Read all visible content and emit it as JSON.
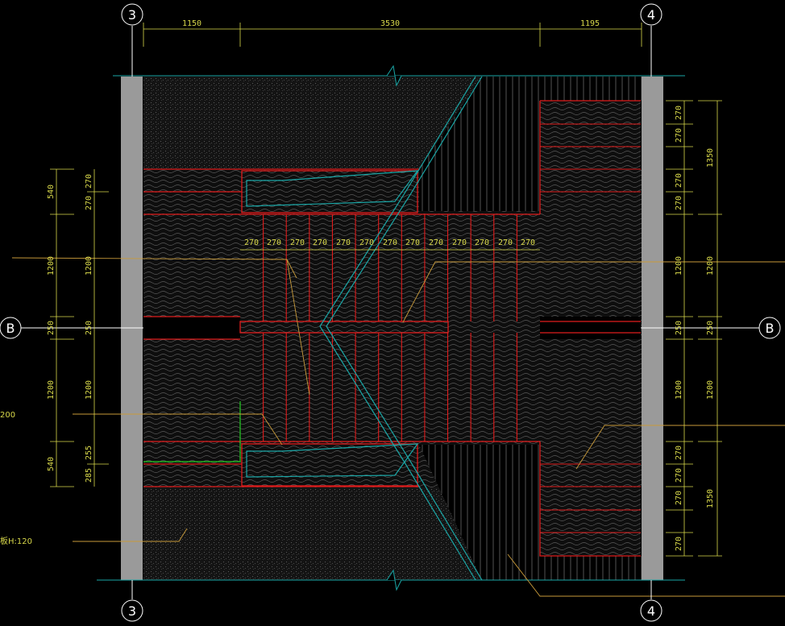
{
  "grid": {
    "left_axis": "3",
    "right_axis": "4",
    "row_axis": "B"
  },
  "top_dims": [
    "1150",
    "3530",
    "1195"
  ],
  "tread_dims": [
    "270",
    "270",
    "270",
    "270",
    "270",
    "270",
    "270",
    "270",
    "270",
    "270",
    "270",
    "270",
    "270"
  ],
  "left_outer_dims": [
    "540",
    "1200",
    "250",
    "1200",
    "540"
  ],
  "left_inner_dims": [
    "270",
    "270",
    "1200",
    "250",
    "1200",
    "255",
    "285"
  ],
  "right_inner_dims": [
    "270",
    "270",
    "270",
    "270",
    "1200",
    "250",
    "1200",
    "270",
    "270",
    "270",
    "270"
  ],
  "right_outer_dims": [
    "1350",
    "1200",
    "250",
    "1200",
    "1350"
  ],
  "notes": {
    "left_partial": "200",
    "bottom_left": "板H:120"
  },
  "colors": {
    "background": "#000000",
    "wall": "#9a9a9a",
    "stair_edge": "#e01c1c",
    "dimension": "#d8d84a",
    "cyan": "#1aa6a6",
    "leader": "#c89a3a",
    "green": "#22cc22"
  }
}
